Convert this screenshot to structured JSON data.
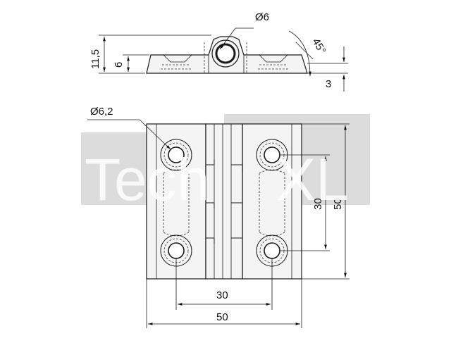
{
  "watermark": {
    "text_left": "Tech",
    "text_right": "XL",
    "box_color": "#dcdcdc"
  },
  "top_view": {
    "hole_diameter": "Ø6",
    "height_total": "11,5",
    "height_plate": "6",
    "chamfer_angle": "45°",
    "plate_thickness": "3"
  },
  "front_view": {
    "hole_diameter": "Ø6,2",
    "hole_spacing_horizontal": "30",
    "width_total": "50",
    "hole_spacing_vertical": "30",
    "height_total": "50"
  }
}
